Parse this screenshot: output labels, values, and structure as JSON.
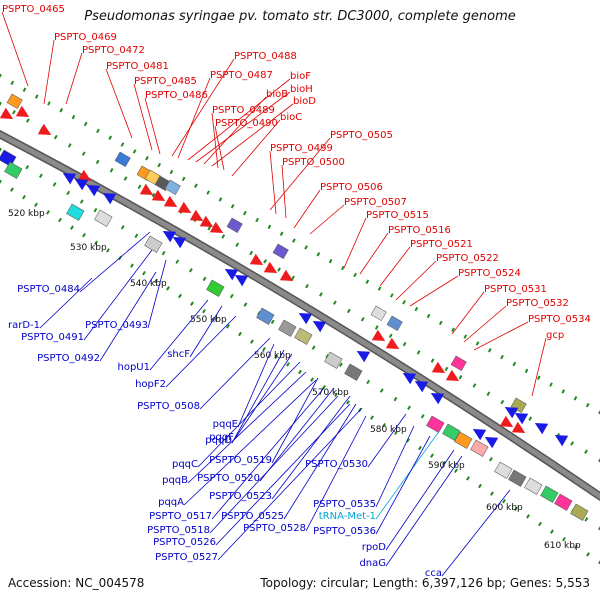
{
  "title": "Pseudomonas syringae pv. tomato str. DC3000, complete genome",
  "footer": {
    "accession": "Accession: NC_004578",
    "topology": "Topology: circular; Length: 6,397,126 bp; Genes: 5,553"
  },
  "colors": {
    "backbone": "#8a8a8a",
    "forward_arrow": "#ee1c1c",
    "reverse_arrow": "#1a1ae6",
    "ticks": "#1f8a1f",
    "forward_label": "#e00000",
    "reverse_label": "#0000c8",
    "rna_label": "#00a6d6"
  },
  "ticks": [
    "520 kbp",
    "530 kbp",
    "540 kbp",
    "550 kbp",
    "560 kbp",
    "570 kbp",
    "580 kbp",
    "590 kbp",
    "600 kbp",
    "610 kbp"
  ],
  "forward_genes": [
    "PSPTO_0465",
    "PSPTO_0469",
    "PSPTO_0472",
    "PSPTO_0481",
    "PSPTO_0485",
    "PSPTO_0486",
    "PSPTO_0488",
    "PSPTO_0487",
    "bioF",
    "bioH",
    "bioB",
    "bioD",
    "PSPTO_0489",
    "PSPTO_0490",
    "bioC",
    "PSPTO_0505",
    "PSPTO_0499",
    "PSPTO_0500",
    "PSPTO_0506",
    "PSPTO_0507",
    "PSPTO_0515",
    "PSPTO_0516",
    "PSPTO_0521",
    "PSPTO_0522",
    "PSPTO_0524",
    "PSPTO_0531",
    "PSPTO_0532",
    "PSPTO_0534",
    "gcp"
  ],
  "reverse_genes": [
    "PSPTO_0484",
    "rarD-1",
    "PSPTO_0491",
    "PSPTO_0493",
    "PSPTO_0492",
    "hopU1",
    "shcF",
    "hopF2",
    "PSPTO_0508",
    "pqqE",
    "pqqD",
    "pqqF",
    "pqqC",
    "PSPTO_0519",
    "pqqB",
    "PSPTO_0520",
    "pqqA",
    "PSPTO_0523",
    "PSPTO_0517",
    "PSPTO_0525",
    "PSPTO_0518",
    "PSPTO_0528",
    "PSPTO_0526",
    "PSPTO_0527",
    "PSPTO_0530",
    "PSPTO_0535",
    "tRNA-Met-1",
    "PSPTO_0536",
    "rpoD",
    "dnaG",
    "cca"
  ],
  "rna_genes": [
    "tRNA-Met-1"
  ]
}
